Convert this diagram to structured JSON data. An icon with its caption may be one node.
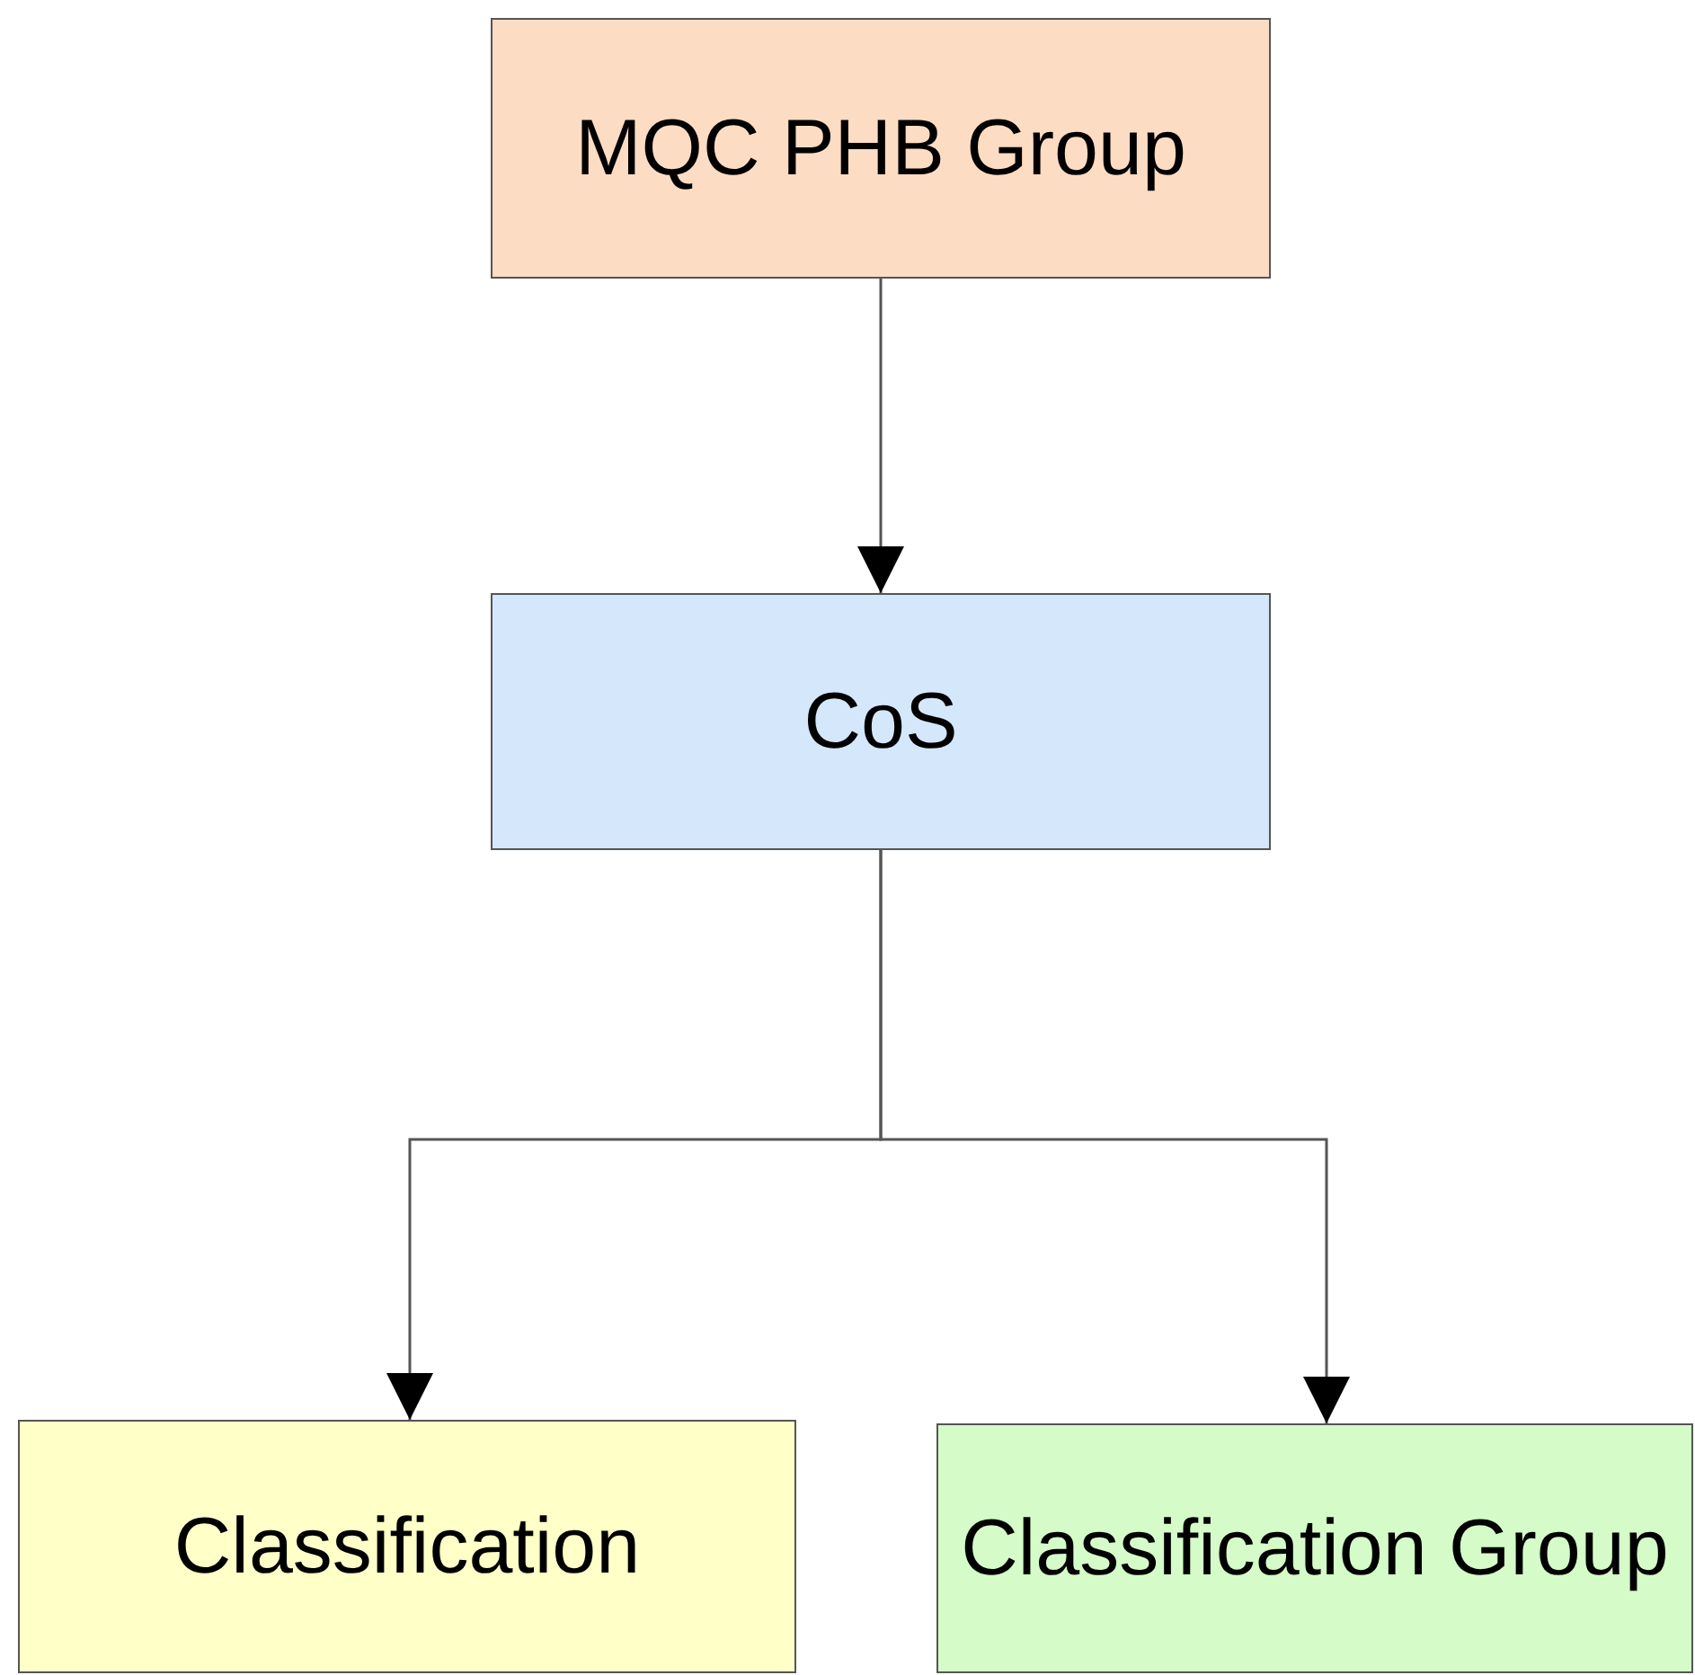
{
  "diagram": {
    "nodes": [
      {
        "text": [
          "MQC PHB Group"
        ]
      },
      {
        "text": [
          "CoS"
        ]
      },
      {
        "text": [
          "Classification"
        ]
      },
      {
        "text": [
          "Classification Group"
        ]
      }
    ],
    "edges": [
      {
        "from": 0,
        "to": 1,
        "arrow": "to"
      },
      {
        "from": 1,
        "to": 2,
        "arrow": "to"
      },
      {
        "from": 1,
        "to": 3,
        "arrow": "to"
      }
    ]
  }
}
